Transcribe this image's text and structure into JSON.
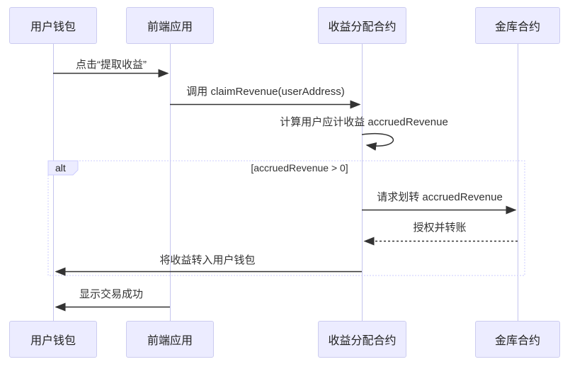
{
  "diagram": {
    "type": "sequence-diagram",
    "participants": [
      {
        "id": "user-wallet",
        "label": "用户钱包"
      },
      {
        "id": "frontend-app",
        "label": "前端应用"
      },
      {
        "id": "revenue-contract",
        "label": "收益分配合约"
      },
      {
        "id": "vault-contract",
        "label": "金库合约"
      }
    ],
    "messages": [
      {
        "from": "用户钱包",
        "to": "前端应用",
        "label": "点击“提取收益”",
        "line": "solid"
      },
      {
        "from": "前端应用",
        "to": "收益分配合约",
        "label": "调用 claimRevenue(userAddress)",
        "line": "solid"
      },
      {
        "from": "收益分配合约",
        "to": "收益分配合约",
        "label": "计算用户应计收益 accruedRevenue",
        "line": "self"
      },
      {
        "from": "收益分配合约",
        "to": "金库合约",
        "label": "请求划转 accruedRevenue",
        "line": "solid"
      },
      {
        "from": "金库合约",
        "to": "收益分配合约",
        "label": "授权并转账",
        "line": "dashed"
      },
      {
        "from": "收益分配合约",
        "to": "用户钱包",
        "label": "将收益转入用户钱包",
        "line": "solid"
      },
      {
        "from": "前端应用",
        "to": "用户钱包",
        "label": "显示交易成功",
        "line": "solid"
      }
    ],
    "alt_frame": {
      "label": "alt",
      "condition": "[accruedRevenue > 0]"
    },
    "colors": {
      "participant_fill": "#ECECFF",
      "participant_border": "#CCCCF0",
      "lifeline": "#C5C5EE",
      "arrow": "#333333",
      "text": "#333333",
      "frame_border": "#CCCCFF"
    }
  }
}
